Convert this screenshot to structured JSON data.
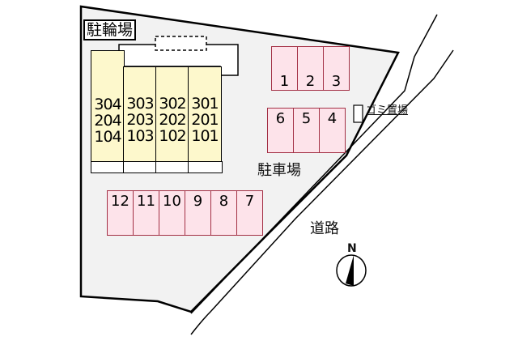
{
  "labels": {
    "bicycle_parking": "駐輪場",
    "car_parking": "駐車場",
    "garbage_area": "ゴミ置場",
    "road": "道路",
    "north": "N"
  },
  "building": {
    "columns": [
      {
        "floors": [
          "304",
          "204",
          "104"
        ]
      },
      {
        "floors": [
          "303",
          "203",
          "103"
        ]
      },
      {
        "floors": [
          "302",
          "202",
          "102"
        ]
      },
      {
        "floors": [
          "301",
          "201",
          "101"
        ]
      }
    ]
  },
  "parking": {
    "top_row": [
      "1",
      "2",
      "3"
    ],
    "middle_row": [
      "6",
      "5",
      "4"
    ],
    "bottom_row": [
      "12",
      "11",
      "10",
      "9",
      "8",
      "7"
    ]
  },
  "colors": {
    "lot_fill": "#f2f2f2",
    "building_fill": "#fdf8cc",
    "parking_fill": "#fde3ea",
    "parking_border": "#a33045"
  }
}
